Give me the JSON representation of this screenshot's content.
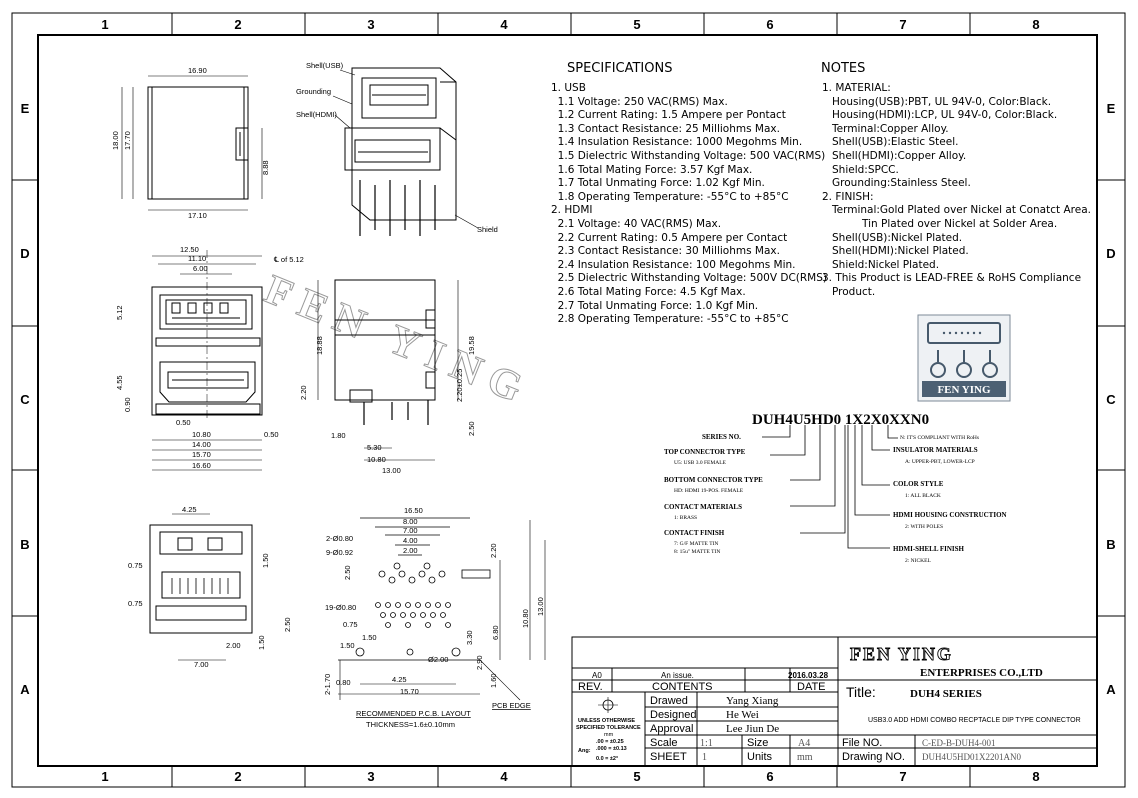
{
  "grid": {
    "columns": [
      "1",
      "2",
      "3",
      "4",
      "5",
      "6",
      "7",
      "8"
    ],
    "rows": [
      "E",
      "D",
      "C",
      "B",
      "A"
    ]
  },
  "watermark": "FEN YING",
  "views": {
    "top_dims": [
      "16.90",
      "17.70",
      "18.00",
      "8.88",
      "17.10"
    ],
    "front_dims": [
      "12.50",
      "11.10",
      "6.00",
      "5.12",
      "4.55",
      "0.90",
      "0.50",
      "10.80",
      "14.00",
      "15.70",
      "16.60",
      "0.50"
    ],
    "front_centerline": "℄ of 5.12",
    "side_dims": [
      "18.88",
      "19.58",
      "2.20",
      "2.20±0.25",
      "1.80",
      "5.30",
      "10.80",
      "13.00",
      "2.50"
    ],
    "iso_labels": [
      "Shell(USB)",
      "Grounding",
      "Shell(HDMI)",
      "Shield"
    ],
    "bottom_dims": [
      "4.25",
      "0.75",
      "1.50",
      "0.75",
      "2.50",
      "1.50",
      "2.00",
      "7.00"
    ],
    "pcb_dims": [
      "16.50",
      "8.00",
      "7.00",
      "4.00",
      "2.00",
      "2-Ø0.80",
      "9-Ø0.92",
      "2.50",
      "19-Ø0.80",
      "0.75",
      "1.50",
      "1.50",
      "Ø2.00",
      "4.25",
      "15.70",
      "0.80",
      "2-1.70",
      "2.90",
      "3.30",
      "6.80",
      "10.80",
      "13.00",
      "2.20",
      "1.60"
    ],
    "pcb_caption": "RECOMMENDED P.C.B. LAYOUT",
    "pcb_thickness": "THICKNESS=1.6±0.10mm",
    "pcb_edge": "PCB EDGE"
  },
  "specifications": {
    "title": "SPECIFICATIONS",
    "lines": [
      "1. USB",
      "  1.1 Voltage: 250 VAC(RMS) Max.",
      "  1.2 Current Rating: 1.5 Ampere per Pontact",
      "  1.3 Contact Resistance: 25 Milliohms Max.",
      "  1.4 Insulation Resistance: 1000 Megohms Min.",
      "  1.5 Dielectric Withstanding Voltage: 500 VAC(RMS)",
      "  1.6 Total Mating Force: 3.57 Kgf Max.",
      "  1.7 Total Unmating Force: 1.02 Kgf Min.",
      "  1.8 Operating Temperature: -55°C to +85°C",
      "2. HDMI",
      "  2.1 Voltage: 40 VAC(RMS) Max.",
      "  2.2 Current Rating: 0.5 Ampere per Contact",
      "  2.3 Contact Resistance: 30 Milliohms Max.",
      "  2.4 Insulation Resistance: 100 Megohms Min.",
      "  2.5 Dielectric Withstanding Voltage: 500V DC(RMS)",
      "  2.6 Total Mating Force: 4.5 Kgf Max.",
      "  2.7 Total Unmating Force: 1.0 Kgf Min.",
      "  2.8 Operating Temperature: -55°C to +85°C"
    ]
  },
  "notes": {
    "title": "NOTES",
    "lines": [
      "1. MATERIAL:",
      "   Housing(USB):PBT, UL 94V-0, Color:Black.",
      "   Housing(HDMI):LCP, UL 94V-0, Color:Black.",
      "   Terminal:Copper Alloy.",
      "   Shell(USB):Elastic Steel.",
      "   Shell(HDMI):Copper Alloy.",
      "   Shield:SPCC.",
      "   Grounding:Stainless Steel.",
      "2. FINISH:",
      "   Terminal:Gold Plated over Nickel at Conatct Area.",
      "            Tin Plated over Nickel at Solder Area.",
      "   Shell(USB):Nickel Plated.",
      "   Shell(HDMI):Nickel Plated.",
      "   Shield:Nickel Plated.",
      "3. This Product is LEAD-FREE & RoHS Compliance",
      "   Product."
    ]
  },
  "logo": {
    "text": "FEN YING"
  },
  "part_number": {
    "code": "DUH4U5HD0 1X2X0XXN0",
    "series": "SERIES NO.",
    "rohs": "N: IT'S COMPLIANT WITH RoHs",
    "top_connector": "TOP CONNECTOR TYPE",
    "top_connector_opt": "U5: USB 3.0 FEMALE",
    "insulator": "INSULATOR MATERIALS",
    "insulator_opt": "A: UPPER-PBT, LOWER-LCP",
    "bottom_connector": "BOTTOM CONNECTOR TYPE",
    "bottom_connector_opt": "HD: HDMI 19-POS. FEMALE",
    "color": "COLOR STYLE",
    "color_opt": "1: ALL BLACK",
    "contact_mat": "CONTACT MATERIALS",
    "contact_mat_opt": "1: BRASS",
    "hdmi_housing": "HDMI HOUSING CONSTRUCTION",
    "hdmi_housing_opt": "2: WITH POLES",
    "contact_finish": "CONTACT FINISH",
    "contact_finish_opt1": "7: G/F MATTE TIN",
    "contact_finish_opt2": "8: 15u\" MATTE TIN",
    "hdmi_shell": "HDMI-SHELL FINISH",
    "hdmi_shell_opt": "2: NICKEL"
  },
  "title_block": {
    "rev_code": "A0",
    "rev_contents": "An issue.",
    "rev_date": "2016.03.28",
    "rev_label": "REV.",
    "contents_label": "CONTENTS",
    "date_label": "DATE",
    "company": "FEN YING",
    "company_sub": "ENTERPRISES CO.,LTD",
    "title_label": "Title:",
    "title_value": "DUH4 SERIES",
    "description": "USB3.0 ADD HDMI COMBO RECPTACLE DIP TYPE CONNECTOR",
    "drawed_label": "Drawed",
    "drawed_value": "Yang Xiang",
    "designed_label": "Designed",
    "designed_value": "He Wei",
    "approval_label": "Approval",
    "approval_value": "Lee Jiun De",
    "tolerance_1": "UNLESS OTHERWISE",
    "tolerance_2": "SPECIFIED TOLERANCE",
    "tolerance_3": "mm",
    "tol_a": ".00  =  ±0.25",
    "tol_b": ".000 = ±0.13",
    "tol_c": "0.0  =  ±2°",
    "tol_ang": "Ang:",
    "scale_label": "Scale",
    "scale_value": "1:1",
    "size_label": "Size",
    "size_value": "A4",
    "sheet_label": "SHEET",
    "sheet_value": "1",
    "units_label": "Units",
    "units_value": "mm",
    "fileno_label": "File NO.",
    "fileno_value": "C-ED-B-DUH4-001",
    "drawing_label": "Drawing NO.",
    "drawing_value": "DUH4U5HD01X2201AN0"
  }
}
